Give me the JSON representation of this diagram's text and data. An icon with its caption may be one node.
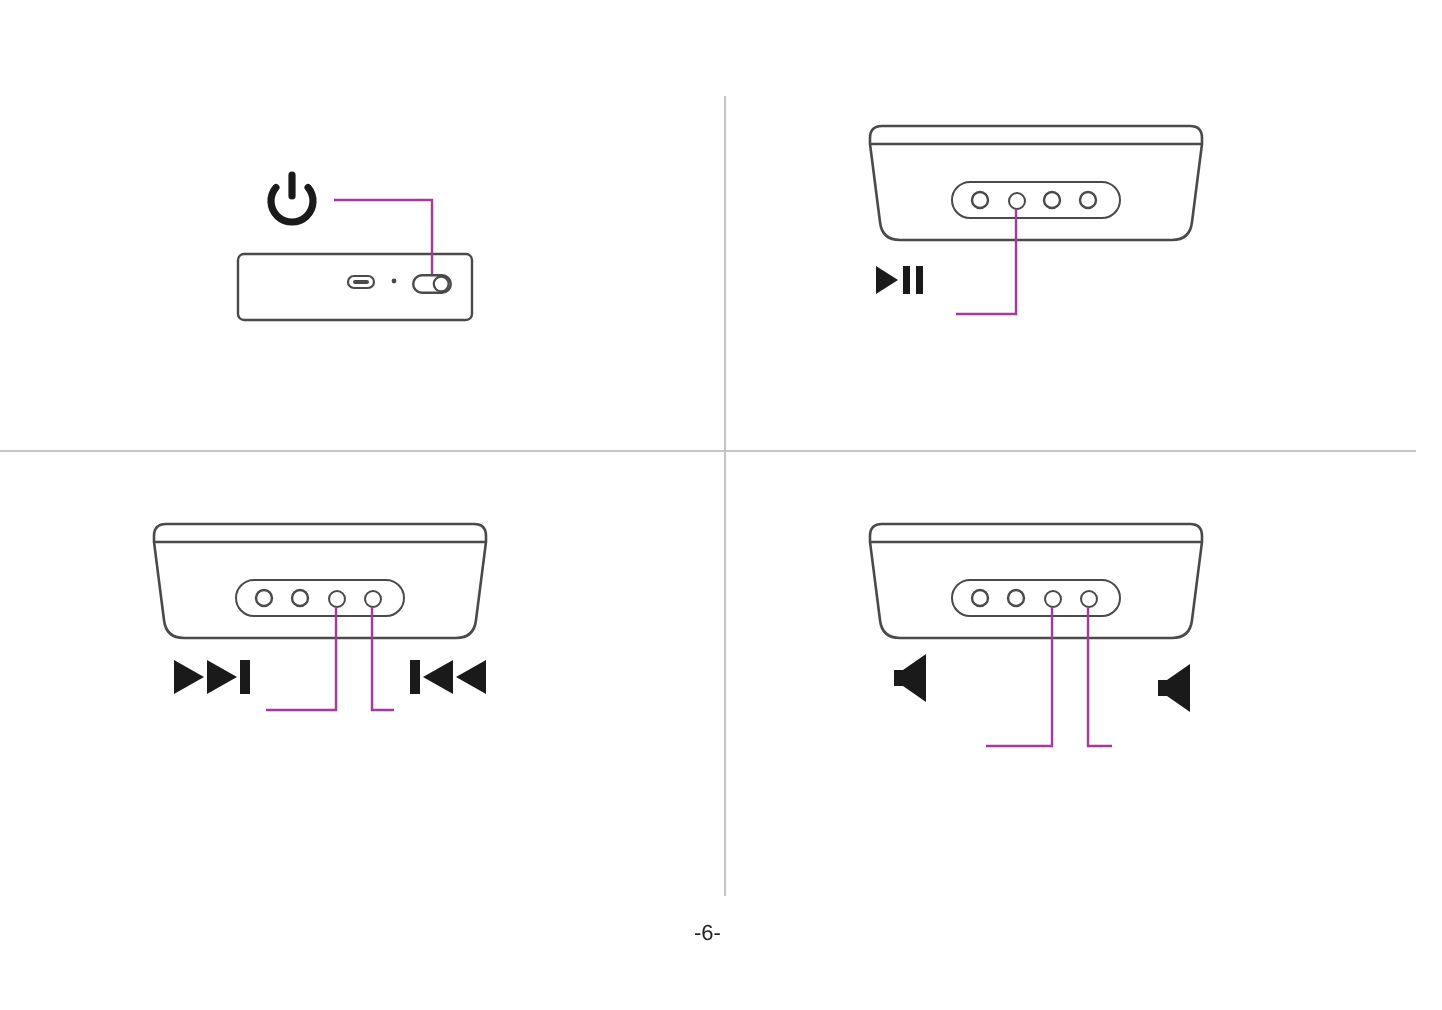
{
  "diagram": {
    "nodes": [
      {
        "text": [],
        "shape": "switch"
      },
      {
        "text": [],
        "shape": "circle"
      },
      {
        "text": [],
        "shape": "circle"
      },
      {
        "text": [],
        "shape": "circle"
      },
      {
        "text": [],
        "shape": "circle"
      },
      {
        "text": [],
        "shape": "circle"
      }
    ],
    "edges": [
      {
        "from": null,
        "to": 0,
        "arrow": "none"
      },
      {
        "from": null,
        "to": 1,
        "arrow": "none"
      },
      {
        "from": null,
        "to": 2,
        "arrow": "none"
      },
      {
        "from": null,
        "to": 3,
        "arrow": "none"
      },
      {
        "from": null,
        "to": 4,
        "arrow": "none"
      },
      {
        "from": null,
        "to": 5,
        "arrow": "none"
      }
    ],
    "labels": [
      "-6-"
    ]
  }
}
